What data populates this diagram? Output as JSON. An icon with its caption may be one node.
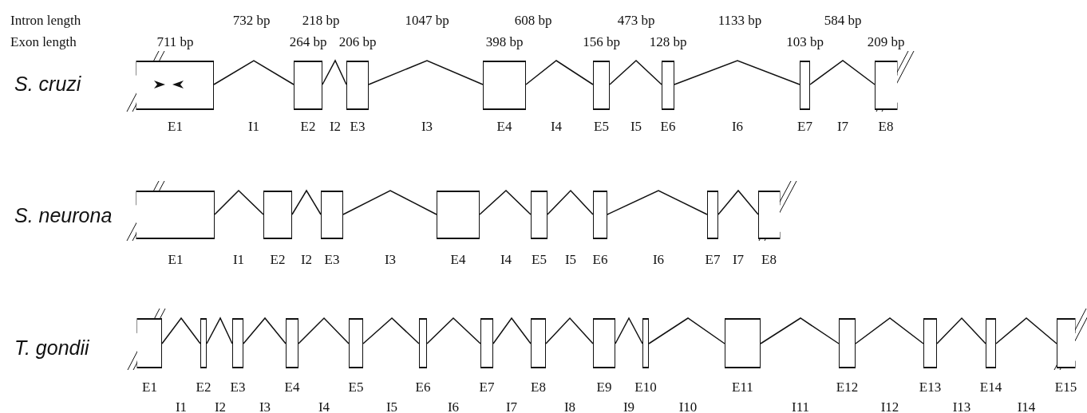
{
  "diagram": {
    "nodes": [
      {
        "text": [],
        "shape": "box",
        "beside": [
          "711 bp",
          "E1"
        ]
      },
      {
        "text": [],
        "shape": "box",
        "beside": [
          "264 bp",
          "E2"
        ]
      },
      {
        "text": [],
        "shape": "box",
        "beside": [
          "206 bp",
          "E3"
        ]
      },
      {
        "text": [],
        "shape": "box",
        "beside": [
          "398 bp",
          "E4"
        ]
      },
      {
        "text": [],
        "shape": "box",
        "beside": [
          "156 bp",
          "E5"
        ]
      },
      {
        "text": [],
        "shape": "box",
        "beside": [
          "128 bp",
          "E6"
        ]
      },
      {
        "text": [],
        "shape": "box",
        "beside": [
          "103 bp",
          "E7"
        ]
      },
      {
        "text": [],
        "shape": "box",
        "beside": [
          "209 bp",
          "E8"
        ]
      },
      {
        "text": [],
        "shape": "box",
        "beside": [
          "E1"
        ]
      },
      {
        "text": [],
        "shape": "box",
        "beside": [
          "E2"
        ]
      },
      {
        "text": [],
        "shape": "box",
        "beside": [
          "E3"
        ]
      },
      {
        "text": [],
        "shape": "box",
        "beside": [
          "E4"
        ]
      },
      {
        "text": [],
        "shape": "box",
        "beside": [
          "E5"
        ]
      },
      {
        "text": [],
        "shape": "box",
        "beside": [
          "E6"
        ]
      },
      {
        "text": [],
        "shape": "box",
        "beside": [
          "E7"
        ]
      },
      {
        "text": [],
        "shape": "box",
        "beside": [
          "E8"
        ]
      },
      {
        "text": [],
        "shape": "box",
        "beside": [
          "E1"
        ]
      },
      {
        "text": [],
        "shape": "box",
        "beside": [
          "E2"
        ]
      },
      {
        "text": [],
        "shape": "box",
        "beside": [
          "E3"
        ]
      },
      {
        "text": [],
        "shape": "box",
        "beside": [
          "E4"
        ]
      },
      {
        "text": [],
        "shape": "box",
        "beside": [
          "E5"
        ]
      },
      {
        "text": [],
        "shape": "box",
        "beside": [
          "E6"
        ]
      },
      {
        "text": [],
        "shape": "box",
        "beside": [
          "E7"
        ]
      },
      {
        "text": [],
        "shape": "box",
        "beside": [
          "E8"
        ]
      },
      {
        "text": [],
        "shape": "box",
        "beside": [
          "E9"
        ]
      },
      {
        "text": [],
        "shape": "box",
        "beside": [
          "E10"
        ]
      },
      {
        "text": [],
        "shape": "box",
        "beside": [
          "E11"
        ]
      },
      {
        "text": [],
        "shape": "box",
        "beside": [
          "E12"
        ]
      },
      {
        "text": [],
        "shape": "box",
        "beside": [
          "E13"
        ]
      },
      {
        "text": [],
        "shape": "box",
        "beside": [
          "E14"
        ]
      },
      {
        "text": [],
        "shape": "box",
        "beside": [
          "E15"
        ]
      }
    ],
    "edges": [
      {
        "from": 0,
        "to": 1,
        "arrow": "none",
        "label": "I1"
      },
      {
        "from": 1,
        "to": 2,
        "arrow": "none",
        "label": "I2"
      },
      {
        "from": 2,
        "to": 3,
        "arrow": "none",
        "label": "I3"
      },
      {
        "from": 3,
        "to": 4,
        "arrow": "none",
        "label": "I4"
      },
      {
        "from": 4,
        "to": 5,
        "arrow": "none",
        "label": "I5"
      },
      {
        "from": 5,
        "to": 6,
        "arrow": "none",
        "label": "I6"
      },
      {
        "from": 6,
        "to": 7,
        "arrow": "none",
        "label": "I7"
      },
      {
        "from": 8,
        "to": 9,
        "arrow": "none",
        "label": "I1"
      },
      {
        "from": 9,
        "to": 10,
        "arrow": "none",
        "label": "I2"
      },
      {
        "from": 10,
        "to": 11,
        "arrow": "none",
        "label": "I3"
      },
      {
        "from": 11,
        "to": 12,
        "arrow": "none",
        "label": "I4"
      },
      {
        "from": 12,
        "to": 13,
        "arrow": "none",
        "label": "I5"
      },
      {
        "from": 13,
        "to": 14,
        "arrow": "none",
        "label": "I6"
      },
      {
        "from": 14,
        "to": 15,
        "arrow": "none",
        "label": "I7"
      },
      {
        "from": 16,
        "to": 17,
        "arrow": "none"
      },
      {
        "from": 17,
        "to": 18,
        "arrow": "none"
      },
      {
        "from": 18,
        "to": 19,
        "arrow": "none"
      },
      {
        "from": 19,
        "to": 20,
        "arrow": "none"
      },
      {
        "from": 20,
        "to": 21,
        "arrow": "none"
      },
      {
        "from": 21,
        "to": 22,
        "arrow": "none"
      },
      {
        "from": 22,
        "to": 23,
        "arrow": "none"
      },
      {
        "from": 23,
        "to": 24,
        "arrow": "none"
      },
      {
        "from": 24,
        "to": 25,
        "arrow": "none"
      },
      {
        "from": 25,
        "to": 26,
        "arrow": "none"
      },
      {
        "from": 26,
        "to": 27,
        "arrow": "none"
      },
      {
        "from": 27,
        "to": 28,
        "arrow": "none"
      },
      {
        "from": 28,
        "to": 29,
        "arrow": "none"
      },
      {
        "from": 29,
        "to": 30,
        "arrow": "none"
      }
    ],
    "labels": [
      "Intron length",
      "732 bp",
      "218 bp",
      "1047 bp",
      "608 bp",
      "473 bp",
      "1133 bp",
      "584 bp",
      "Exon length",
      "S. cruzi",
      "S. neurona",
      "T. gondii",
      "I1",
      "I2",
      "I3",
      "I4",
      "I5",
      "I6",
      "I7",
      "I8",
      "I9",
      "I10",
      "I11",
      "I12",
      "I13",
      "I14"
    ]
  }
}
